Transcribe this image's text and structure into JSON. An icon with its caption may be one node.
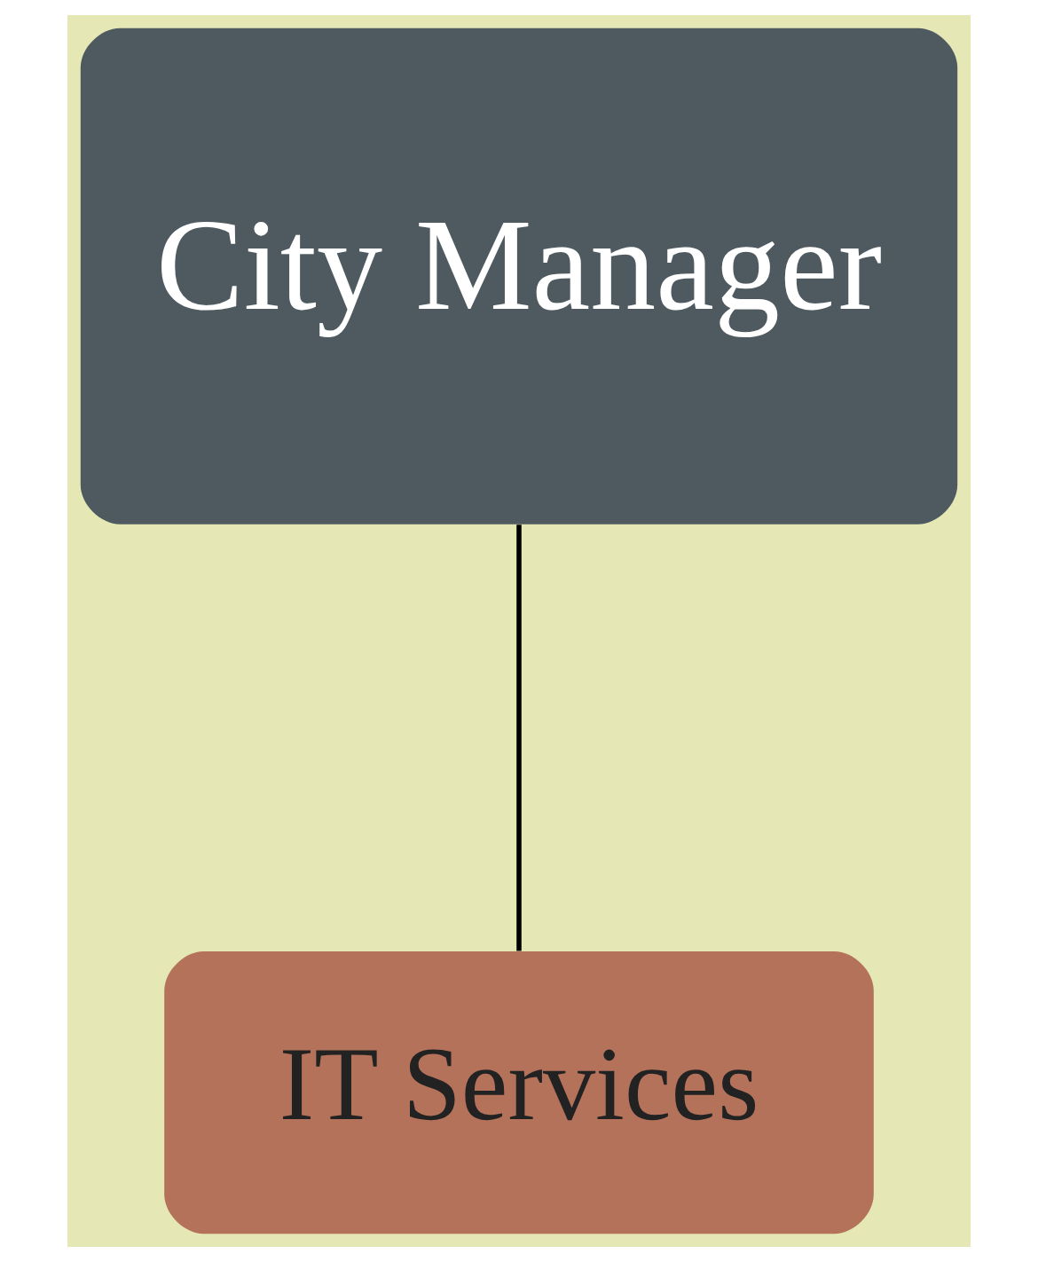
{
  "diagram": {
    "nodes": [
      {
        "text": [
          "City Manager"
        ]
      },
      {
        "text": [
          "IT Services"
        ]
      }
    ],
    "edges": [
      {
        "from": 0,
        "to": 1,
        "arrow": "none"
      }
    ]
  }
}
